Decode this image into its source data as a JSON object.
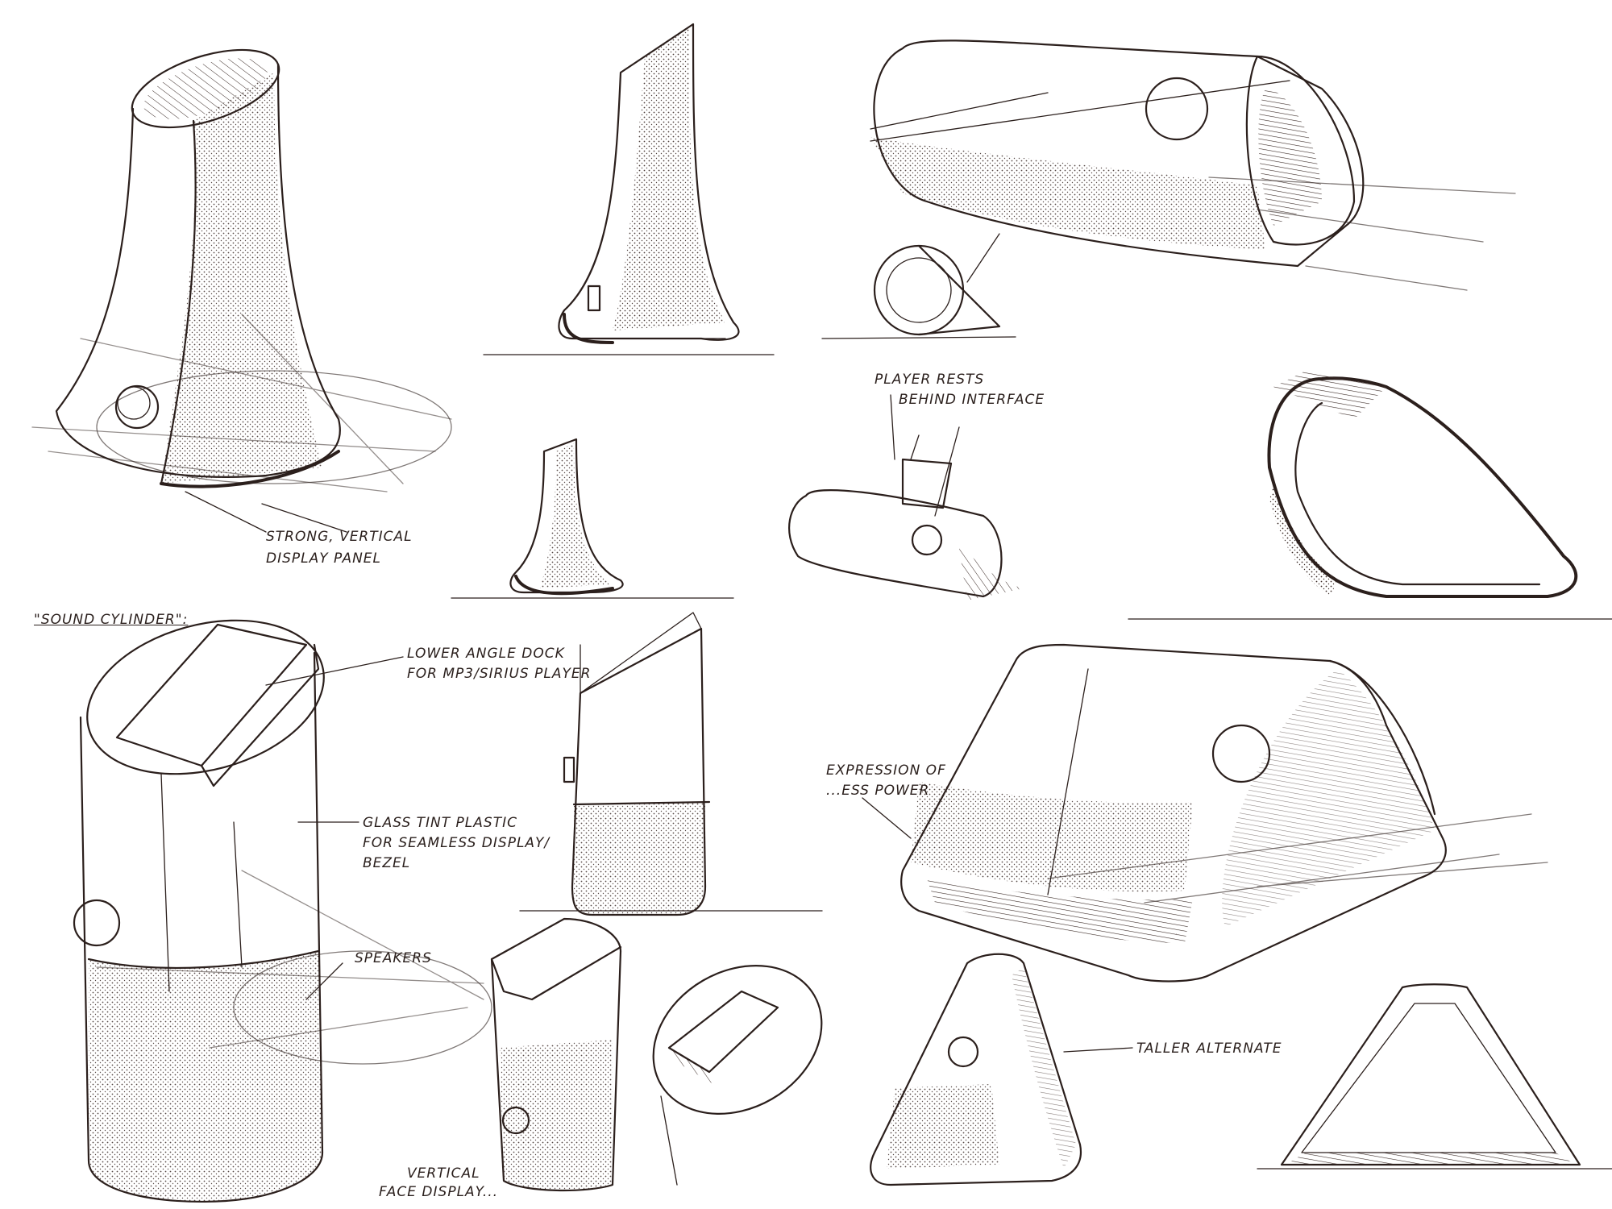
{
  "sheet": {
    "background": "#ffffff",
    "ink_color": "#2b1f1c"
  },
  "annotations": {
    "display_panel": [
      "STRONG, VERTICAL",
      "DISPLAY PANEL"
    ],
    "section_title": "\"SOUND CYLINDER\":",
    "angle_dock": [
      "LOWER ANGLE DOCK",
      "FOR MP3/SIRIUS PLAYER"
    ],
    "glass_tint": [
      "GLASS TINT PLASTIC",
      "FOR SEAMLESS DISPLAY/",
      "BEZEL"
    ],
    "speakers": "SPEAKERS",
    "vertical_face": [
      "VERTICAL",
      "FACE DISPLAY..."
    ],
    "player_rests": [
      "PLAYER RESTS",
      "BEHIND INTERFACE"
    ],
    "expression": [
      "EXPRESSION OF",
      "...ESS POWER"
    ],
    "taller_alternate": "TALLER ALTERNATE"
  },
  "sketches": [
    "flared-vase-speaker-large",
    "flared-vase-speaker-side",
    "flared-vase-speaker-small",
    "horizontal-cylinder-speaker",
    "ring-profile-sketch",
    "cylinder-with-dock-sketch",
    "drop-shaped-profile-sketch",
    "sound-cylinder-large",
    "sound-cylinder-side",
    "sound-cylinder-small",
    "sound-cylinder-top-view",
    "triangular-speaker-large",
    "triangular-speaker-tall",
    "triangular-frame-outline"
  ]
}
